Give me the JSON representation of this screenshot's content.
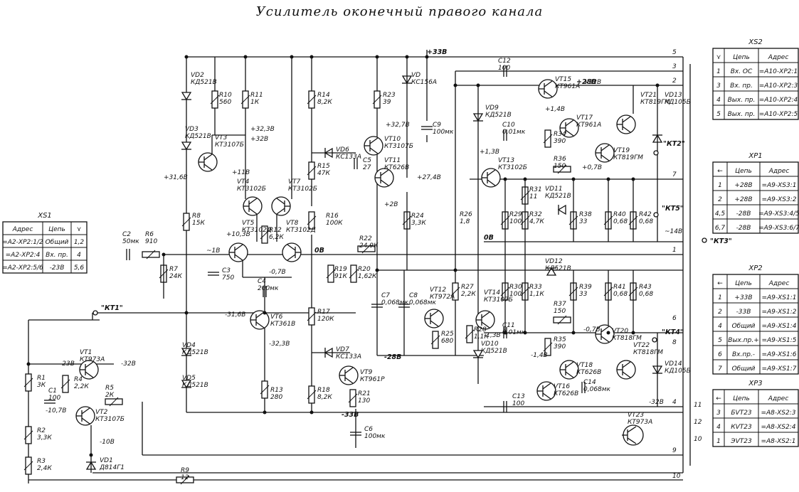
{
  "title": "Усилитель оконечный правого канала",
  "rails": {
    "plus33": "+33В",
    "minus33": "-33В",
    "minus28": "-28В",
    "plus28": "+28В",
    "ob": "0В"
  },
  "voltages": [
    "+32,3В",
    "+32В",
    "+11В",
    "+31,6В",
    "+10,3В",
    "-0,7В",
    "~1В",
    "-31,6В",
    "-32,3В",
    "+32,7В",
    "+27,4В",
    "+2В",
    "+1,3В",
    "+0,7В",
    "+1,4В",
    "-1,3В",
    "-1,4В",
    "-0,7В",
    "+32В",
    "~14В",
    "-32В",
    "-10,7В",
    "-10В",
    "-23В",
    "-32В"
  ],
  "components": {
    "vd2": [
      "VD2",
      "КД521В"
    ],
    "vd3": [
      "VD3",
      "КД521В"
    ],
    "vd4": [
      "VD4",
      "КД521В"
    ],
    "vd5": [
      "VD5",
      "КД521В"
    ],
    "vt3": [
      "VT3",
      "КТ3107Б"
    ],
    "vt4": [
      "VT4",
      "КТ3102Б"
    ],
    "vt5": [
      "VT5",
      "КТ3102Д"
    ],
    "vt6": [
      "VT6",
      "КТ361В"
    ],
    "vt7": [
      "VT7",
      "КТ3102Б"
    ],
    "vt8": [
      "VT8",
      "КТ3102Д"
    ],
    "vt9": [
      "VT9",
      "КТ961Р"
    ],
    "vt10": [
      "VT10",
      "КТ3107Б"
    ],
    "vt11": [
      "VT11",
      "КТ626В"
    ],
    "r10": [
      "R10",
      "560"
    ],
    "r11": [
      "R11",
      "1К"
    ],
    "r8": [
      "R8",
      "15К"
    ],
    "r12": [
      "R12",
      "6,2К"
    ],
    "r14": [
      "R14",
      "8,2К"
    ],
    "r15": [
      "R15",
      "47К"
    ],
    "r16": [
      "R16",
      "100К"
    ],
    "r17": [
      "R17",
      "120К"
    ],
    "r18": [
      "R18",
      "8,2К"
    ],
    "r13": [
      "R13",
      "280"
    ],
    "r19": [
      "R19",
      "91К"
    ],
    "r20": [
      "R20",
      "1,62К"
    ],
    "r22": [
      "R22",
      "24,9К"
    ],
    "r23": [
      "R23",
      "39"
    ],
    "r24": [
      "R24",
      "3,3К"
    ],
    "r21": [
      "R21",
      "130"
    ],
    "c2": [
      "C2",
      "50мк"
    ],
    "r6": [
      "R6",
      "910"
    ],
    "r7": [
      "R7",
      "24К"
    ],
    "c3": [
      "C3",
      "750"
    ],
    "c4": [
      "C4",
      "200мк"
    ],
    "vd6": [
      "VD6",
      "КС133А"
    ],
    "vd7": [
      "VD7",
      "КС133А"
    ],
    "c5": [
      "C5",
      "27"
    ],
    "vd": [
      "VD",
      "КС156А"
    ],
    "c9": [
      "C9",
      "100мк"
    ],
    "c6": [
      "C6",
      "100мк"
    ],
    "c12": [
      "C12",
      "100"
    ],
    "vt15": [
      "VT15",
      "КТ961А"
    ],
    "vd9": [
      "VD9",
      "КД521В"
    ],
    "c10": [
      "C10",
      "0,01мк"
    ],
    "vt17": [
      "VT17",
      "КТ961А"
    ],
    "r34": [
      "R34",
      "390"
    ],
    "vt13": [
      "VT13",
      "КТ3102Б"
    ],
    "r36": [
      "R36",
      "150"
    ],
    "vt19": [
      "VT19",
      "КТ819ГМ"
    ],
    "vt21": [
      "VT21",
      "КТ819ГМ"
    ],
    "vd13": [
      "VD13",
      "КД105Б"
    ],
    "r31": [
      "R31",
      "11"
    ],
    "vd11": [
      "VD11",
      "КД521В"
    ],
    "r26": [
      "R26",
      "1,8"
    ],
    "r29": [
      "R29",
      "100"
    ],
    "r32": [
      "R32",
      "4,7К"
    ],
    "r38": [
      "R38",
      "33"
    ],
    "r40": [
      "R40",
      "0,68"
    ],
    "r42": [
      "R42",
      "0,68"
    ],
    "vt12": [
      "VT12",
      "КТ972А"
    ],
    "c7": [
      "C7",
      "0,068мк"
    ],
    "c8": [
      "C8",
      "0,068мк"
    ],
    "r27": [
      "R27",
      "2,2К"
    ],
    "vt14": [
      "VT14",
      "КТ3107Б"
    ],
    "r30": [
      "R30",
      "100"
    ],
    "r33": [
      "R33",
      "1,1К"
    ],
    "vd12": [
      "VD12",
      "КД521В"
    ],
    "r39": [
      "R39",
      "33"
    ],
    "r41": [
      "R41",
      "0,68"
    ],
    "r43": [
      "R43",
      "0,68"
    ],
    "r25": [
      "R25",
      "680"
    ],
    "r28": [
      "R28",
      "1,1К"
    ],
    "c11": [
      "C11",
      "0,01мк"
    ],
    "vd10": [
      "VD10",
      "КД521В"
    ],
    "r37": [
      "R37",
      "150"
    ],
    "r35": [
      "R35",
      "390"
    ],
    "vt18": [
      "VT18",
      "КТ626В"
    ],
    "vt20": [
      "VT20",
      "КТ818ГМ"
    ],
    "vt22": [
      "VT22",
      "КТ818ГМ"
    ],
    "vd14": [
      "VD14",
      "КД105Б"
    ],
    "vt16": [
      "VT16",
      "КТ626В"
    ],
    "c13": [
      "C13",
      "100"
    ],
    "c14": [
      "C14",
      "0,068мк"
    ],
    "vt1": [
      "VT1",
      "КТ973А"
    ],
    "vt2": [
      "VT2",
      "КТ3107Б"
    ],
    "r1": [
      "R1",
      "3К"
    ],
    "r4": [
      "R4",
      "2,2К"
    ],
    "r5": [
      "R5",
      "2К"
    ],
    "c1": [
      "C1",
      "100"
    ],
    "r2": [
      "R2",
      "3,3К"
    ],
    "r3": [
      "R3",
      "2,4К"
    ],
    "vd1": [
      "VD1",
      "Д814Г1"
    ],
    "r9": [
      "R9",
      "12"
    ],
    "vt23": [
      "VT23",
      "КТ973А"
    ]
  },
  "testpoints": [
    "\"КТ1\"",
    "\"КТ2\"",
    "\"КТ3\"",
    "\"КТ4\"",
    "\"КТ5\""
  ],
  "xs1": {
    "name": "XS1",
    "headers": [
      "Адрес",
      "Цепь"
    ],
    "rows": [
      [
        "=А2-XP2:1/2",
        "Общий",
        "1,2"
      ],
      [
        "=А2-XP2:4",
        "Вх. пр.",
        "4"
      ],
      [
        "=А2-XP2:5/6",
        "-23В",
        "5,6"
      ]
    ]
  },
  "xs2": {
    "name": "XS2",
    "headers": [
      "Цепь",
      "Адрес"
    ],
    "rows": [
      [
        "1",
        "Вх. ОС",
        "=А10-XP2:1"
      ],
      [
        "3",
        "Вх. пр.",
        "=А10-XP2:3"
      ],
      [
        "4",
        "Вых. пр.",
        "=А10-XP2:4"
      ],
      [
        "5",
        "Вых. пр.",
        "=А10-XP2:5"
      ]
    ]
  },
  "xp1": {
    "name": "XP1",
    "headers": [
      "Цепь",
      "Адрес"
    ],
    "rows": [
      [
        "1",
        "+28В",
        "=А9-XS3:1"
      ],
      [
        "2",
        "+28В",
        "=А9-XS3:2"
      ],
      [
        "4,5",
        "-28В",
        "=А9-XS3:4/5"
      ],
      [
        "6,7",
        "-28В",
        "=А9-XS3:6/7"
      ]
    ]
  },
  "xp2": {
    "name": "XP2",
    "headers": [
      "Цепь",
      "Адрес"
    ],
    "rows": [
      [
        "1",
        "+33В",
        "=А9-XS1:1"
      ],
      [
        "2",
        "-33В",
        "=А9-XS1:2"
      ],
      [
        "4",
        "Общий",
        "=А9-XS1:4"
      ],
      [
        "5",
        "Вых.пр.+",
        "=А9-XS1:5"
      ],
      [
        "6",
        "Вх.пр.-",
        "=А9-XS1:6"
      ],
      [
        "7",
        "Общий",
        "=А9-XS1:7"
      ]
    ]
  },
  "xp3": {
    "name": "XP3",
    "headers": [
      "Цепь",
      "Адрес"
    ],
    "rows": [
      [
        "3",
        "БVT23",
        "=А8-XS2:3"
      ],
      [
        "4",
        "КVT23",
        "=А8-XS2:4"
      ],
      [
        "1",
        "ЭVT23",
        "=А8-XS2:1"
      ]
    ]
  },
  "bus_numbers": [
    "5",
    "3",
    "2",
    "1",
    "7",
    "9",
    "10",
    "11",
    "12",
    "10",
    "4",
    "6",
    "8"
  ]
}
